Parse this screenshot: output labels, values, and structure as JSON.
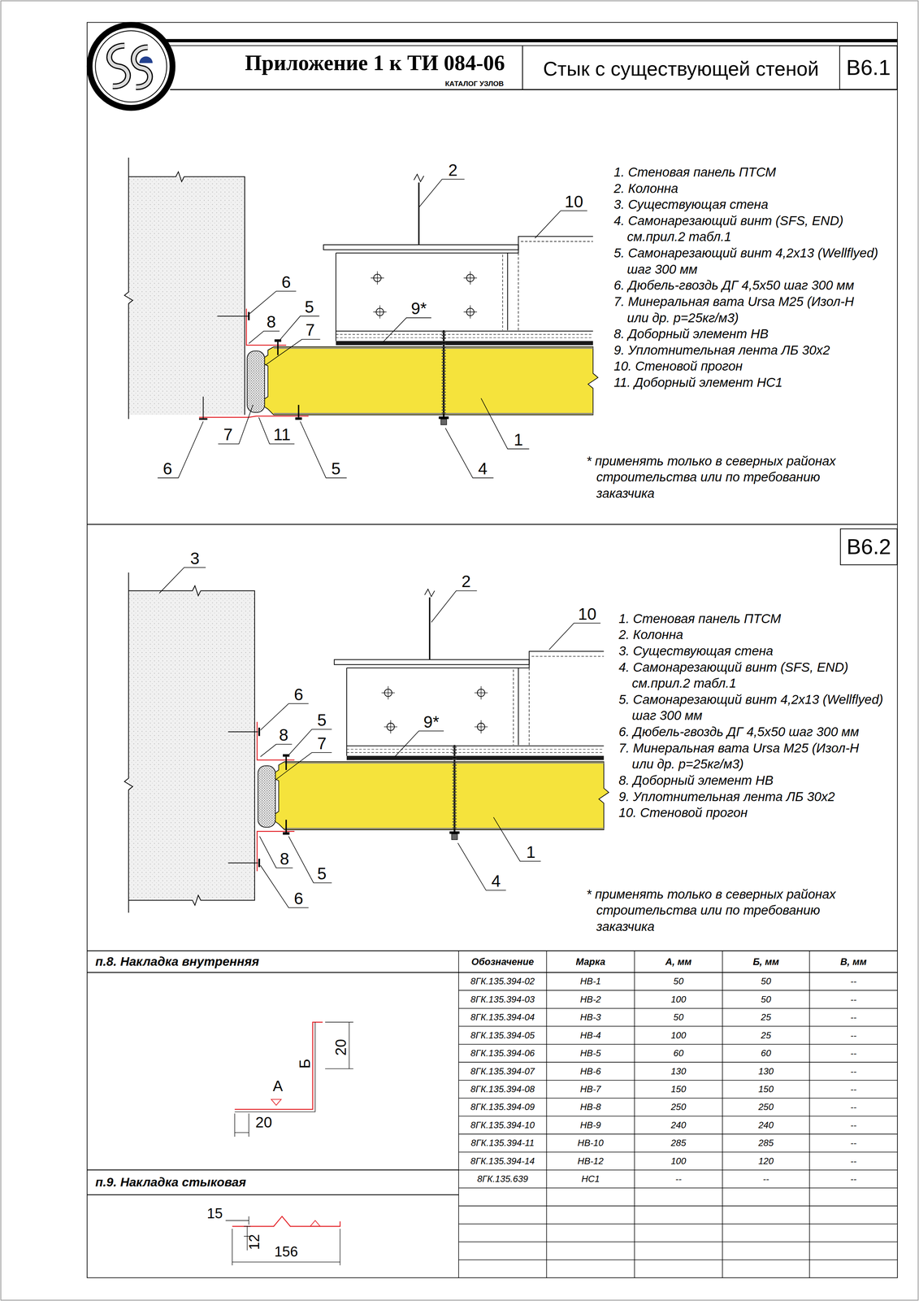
{
  "diagram": {
    "title": "Стык с существующей стеной",
    "nodes": [
      {
        "text": [
          "В6.1"
        ]
      },
      {
        "text": [
          "В6.2"
        ]
      }
    ],
    "labels": [
      "Приложение 1 к ТИ 084-06",
      "КАТАЛОГ УЗЛОВ",
      "1. Стеновая панель ПТСМ",
      "2. Колонна",
      "3. Существующая стена",
      "4. Самонарезающий винт (SFS, END) см.прил.2 табл.1",
      "5. Самонарезающий винт 4,2х13 (Wellflyed) шаг 300 мм",
      "6. Дюбель-гвоздь ДГ 4,5х50 шаг 300 мм",
      "7. Минеральная вата Ursa M25 (Изол-Н или др. р=25кг/м3)",
      "8. Доборный элемент НВ",
      "9. Уплотнительная лента ЛБ 30х2",
      "10. Стеновой прогон",
      "11. Доборный элемент НС1",
      "* применять только в северных районах строительства или по требованию заказчика",
      "2",
      "10",
      "6",
      "8",
      "5",
      "7",
      "9*",
      "7",
      "11",
      "6",
      "5",
      "4",
      "1",
      "1. Стеновая панель ПТСМ",
      "2. Колонна",
      "3. Существующая стена",
      "4. Самонарезающий винт (SFS, END) см.прил.2 табл.1",
      "5. Самонарезающий винт 4,2х13 (Wellflyed) шаг 300 мм",
      "6. Дюбель-гвоздь ДГ 4,5х50 шаг 300 мм",
      "7. Минеральная вата Ursa M25 (Изол-Н или др. р=25кг/м3)",
      "8. Доборный элемент НВ",
      "9. Уплотнительная лента ЛБ 30х2",
      "10. Стеновой прогон",
      "* применять только в северных районах строительства или по требованию заказчика",
      "3",
      "2",
      "10",
      "6",
      "8",
      "5",
      "7",
      "9*",
      "8",
      "5",
      "6",
      "4",
      "1",
      "п.8.  Накладка внутренняя",
      "Б",
      "20",
      "А",
      "20",
      "п.9.  Накладка стыковая",
      "15",
      "12",
      "156",
      "Обозначение",
      "Марка",
      "А, мм",
      "Б, мм",
      "В, мм",
      "8ГК.135.394-02",
      "НВ-1",
      "50",
      "50",
      "--",
      "8ГК.135.394-03",
      "НВ-2",
      "100",
      "50",
      "--",
      "8ГК.135.394-04",
      "НВ-3",
      "50",
      "25",
      "--",
      "8ГК.135.394-05",
      "НВ-4",
      "100",
      "25",
      "--",
      "8ГК.135.394-06",
      "НВ-5",
      "60",
      "60",
      "--",
      "8ГК.135.394-07",
      "НВ-6",
      "130",
      "130",
      "--",
      "8ГК.135.394-08",
      "НВ-7",
      "150",
      "150",
      "--",
      "8ГК.135.394-09",
      "НВ-8",
      "250",
      "250",
      "--",
      "8ГК.135.394-10",
      "НВ-9",
      "240",
      "240",
      "--",
      "8ГК.135.394-11",
      "НВ-10",
      "285",
      "285",
      "--",
      "8ГК.135.394-14",
      "НВ-12",
      "100",
      "120",
      "--",
      "8ГК.135.639",
      "НС1",
      "--",
      "--",
      "--"
    ]
  }
}
